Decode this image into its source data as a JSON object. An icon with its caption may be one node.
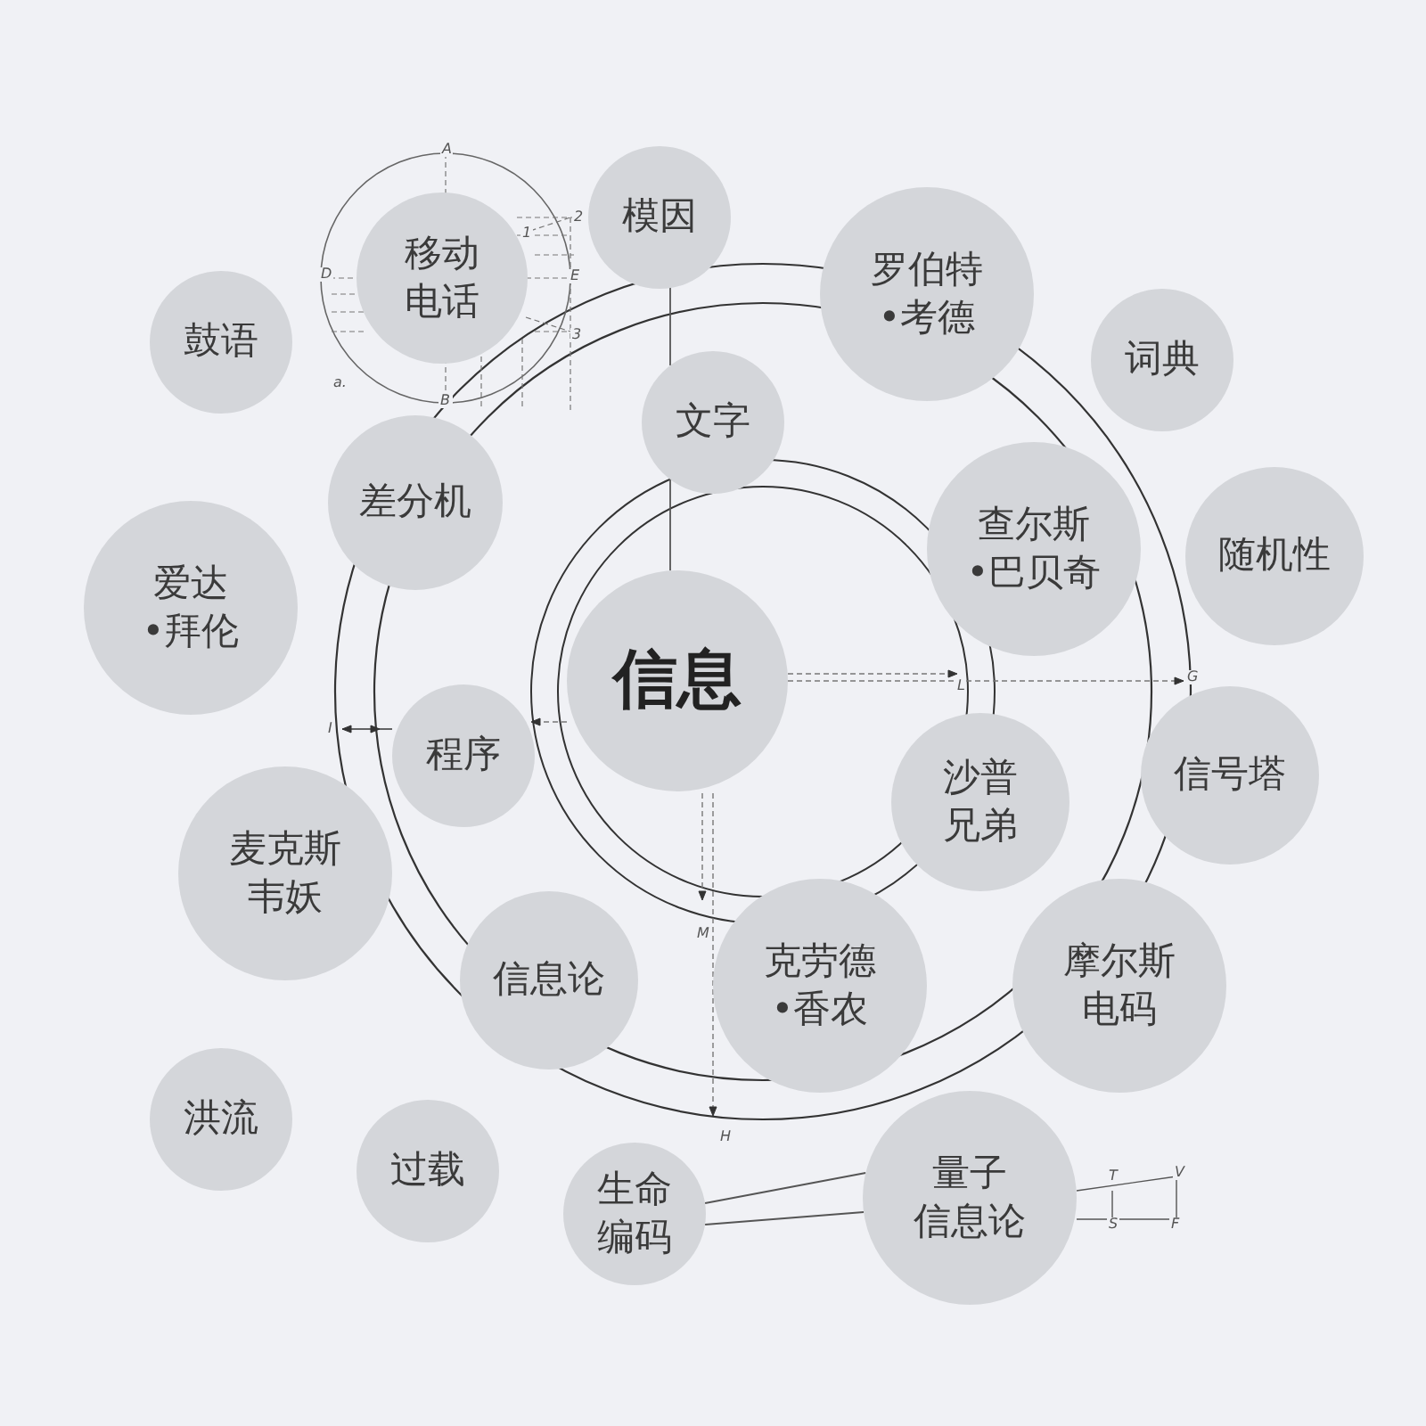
{
  "diagram": {
    "nodes": [
      {
        "text": [
          "信息"
        ]
      },
      {
        "text": [
          "模因"
        ]
      },
      {
        "text": [
          "移动电话"
        ]
      },
      {
        "text": [
          "罗伯特•考德"
        ]
      },
      {
        "text": [
          "鼓语"
        ]
      },
      {
        "text": [
          "词典"
        ]
      },
      {
        "text": [
          "文字"
        ]
      },
      {
        "text": [
          "差分机"
        ]
      },
      {
        "text": [
          "查尔斯•巴贝奇"
        ]
      },
      {
        "text": [
          "爱达•拜伦"
        ]
      },
      {
        "text": [
          "随机性"
        ]
      },
      {
        "text": [
          "程序"
        ]
      },
      {
        "text": [
          "沙普兄弟"
        ]
      },
      {
        "text": [
          "信号塔"
        ]
      },
      {
        "text": [
          "麦克斯韦妖"
        ]
      },
      {
        "text": [
          "信息论"
        ]
      },
      {
        "text": [
          "克劳德•香农"
        ]
      },
      {
        "text": [
          "摩尔斯电码"
        ]
      },
      {
        "text": [
          "洪流"
        ]
      },
      {
        "text": [
          "过载"
        ]
      },
      {
        "text": [
          "生命编码"
        ]
      },
      {
        "text": [
          "量子信息论"
        ]
      }
    ],
    "edges": [
      {
        "from": 1,
        "to": 6,
        "arrow": "none"
      },
      {
        "from": 6,
        "to": 0,
        "arrow": "none"
      },
      {
        "from": 20,
        "to": 21,
        "arrow": "none"
      }
    ],
    "labels": [
      "A",
      "2",
      "1",
      "D",
      "E",
      "3",
      "a.",
      "B",
      "G",
      "L",
      "I",
      "M",
      "H",
      "V",
      "T",
      "S",
      "F"
    ]
  }
}
